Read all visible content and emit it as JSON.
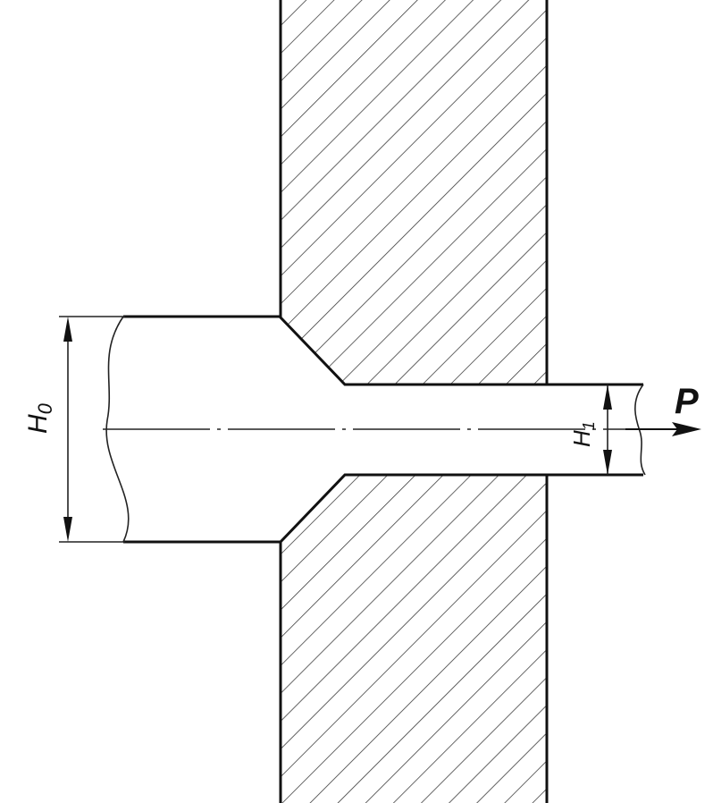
{
  "labels": {
    "initial_thickness": "H0",
    "initial_thickness_main": "H",
    "initial_thickness_sub": "0",
    "final_thickness_main": "H",
    "final_thickness_sub": "1",
    "force": "P"
  },
  "colors": {
    "line": "#111111",
    "hatch": "#333333",
    "background": "#ffffff"
  }
}
